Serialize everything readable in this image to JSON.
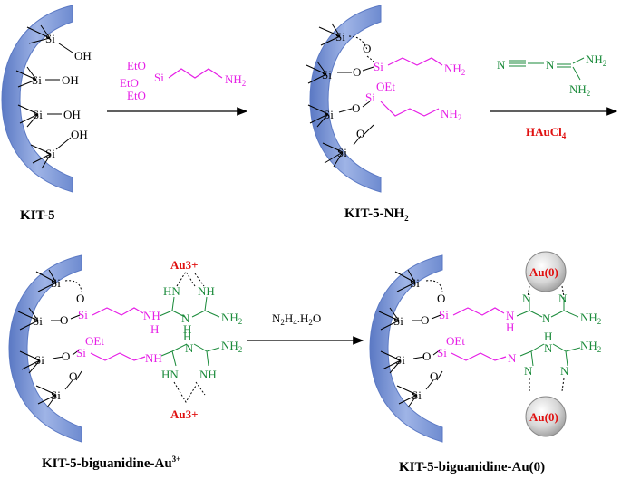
{
  "labels": {
    "kit5": "KIT-5",
    "kit5_nh2": "KIT-5-NH",
    "kit5_nh2_sub": "2",
    "kit5_big_au3": "KIT-5-biguanidine-Au",
    "kit5_big_au3_sup": "3+",
    "kit5_big_au0": "KIT-5-biguanidine-Au(0)"
  },
  "reagents": {
    "step1": {
      "eto1": "EtO",
      "eto2": "EtO",
      "eto3": "EtO",
      "si": "Si",
      "nh2": "NH",
      "nh2_sub": "2"
    },
    "step2": {
      "n_left": "N",
      "n_mid": "N",
      "nh2_top": "NH",
      "nh2_top_sub": "2",
      "nh2_bot": "NH",
      "nh2_bot_sub": "2",
      "hau": "HAuCl",
      "hau_sub": "4"
    },
    "step3": {
      "n2h4": "N",
      "n2h4_sub1": "2",
      "n2h4_rest": "H",
      "n2h4_sub2": "4",
      "n2h4_tail": ".H",
      "n2h4_sub3": "2",
      "n2h4_end": "O"
    }
  },
  "atoms": {
    "si": "Si",
    "oh": "OH",
    "o": "O",
    "oet": "OEt",
    "nh2": "NH",
    "nh2_sub": "2",
    "n": "N",
    "h": "H",
    "nh": "NH",
    "hn": "HN",
    "au3": "Au3+",
    "au0": "Au(0)"
  },
  "colors": {
    "support": "#7f98d6",
    "linker": "#e61ee6",
    "biguanidine": "#1a8a3a",
    "gold_label": "#e01010",
    "reagent_red": "#e01010"
  }
}
